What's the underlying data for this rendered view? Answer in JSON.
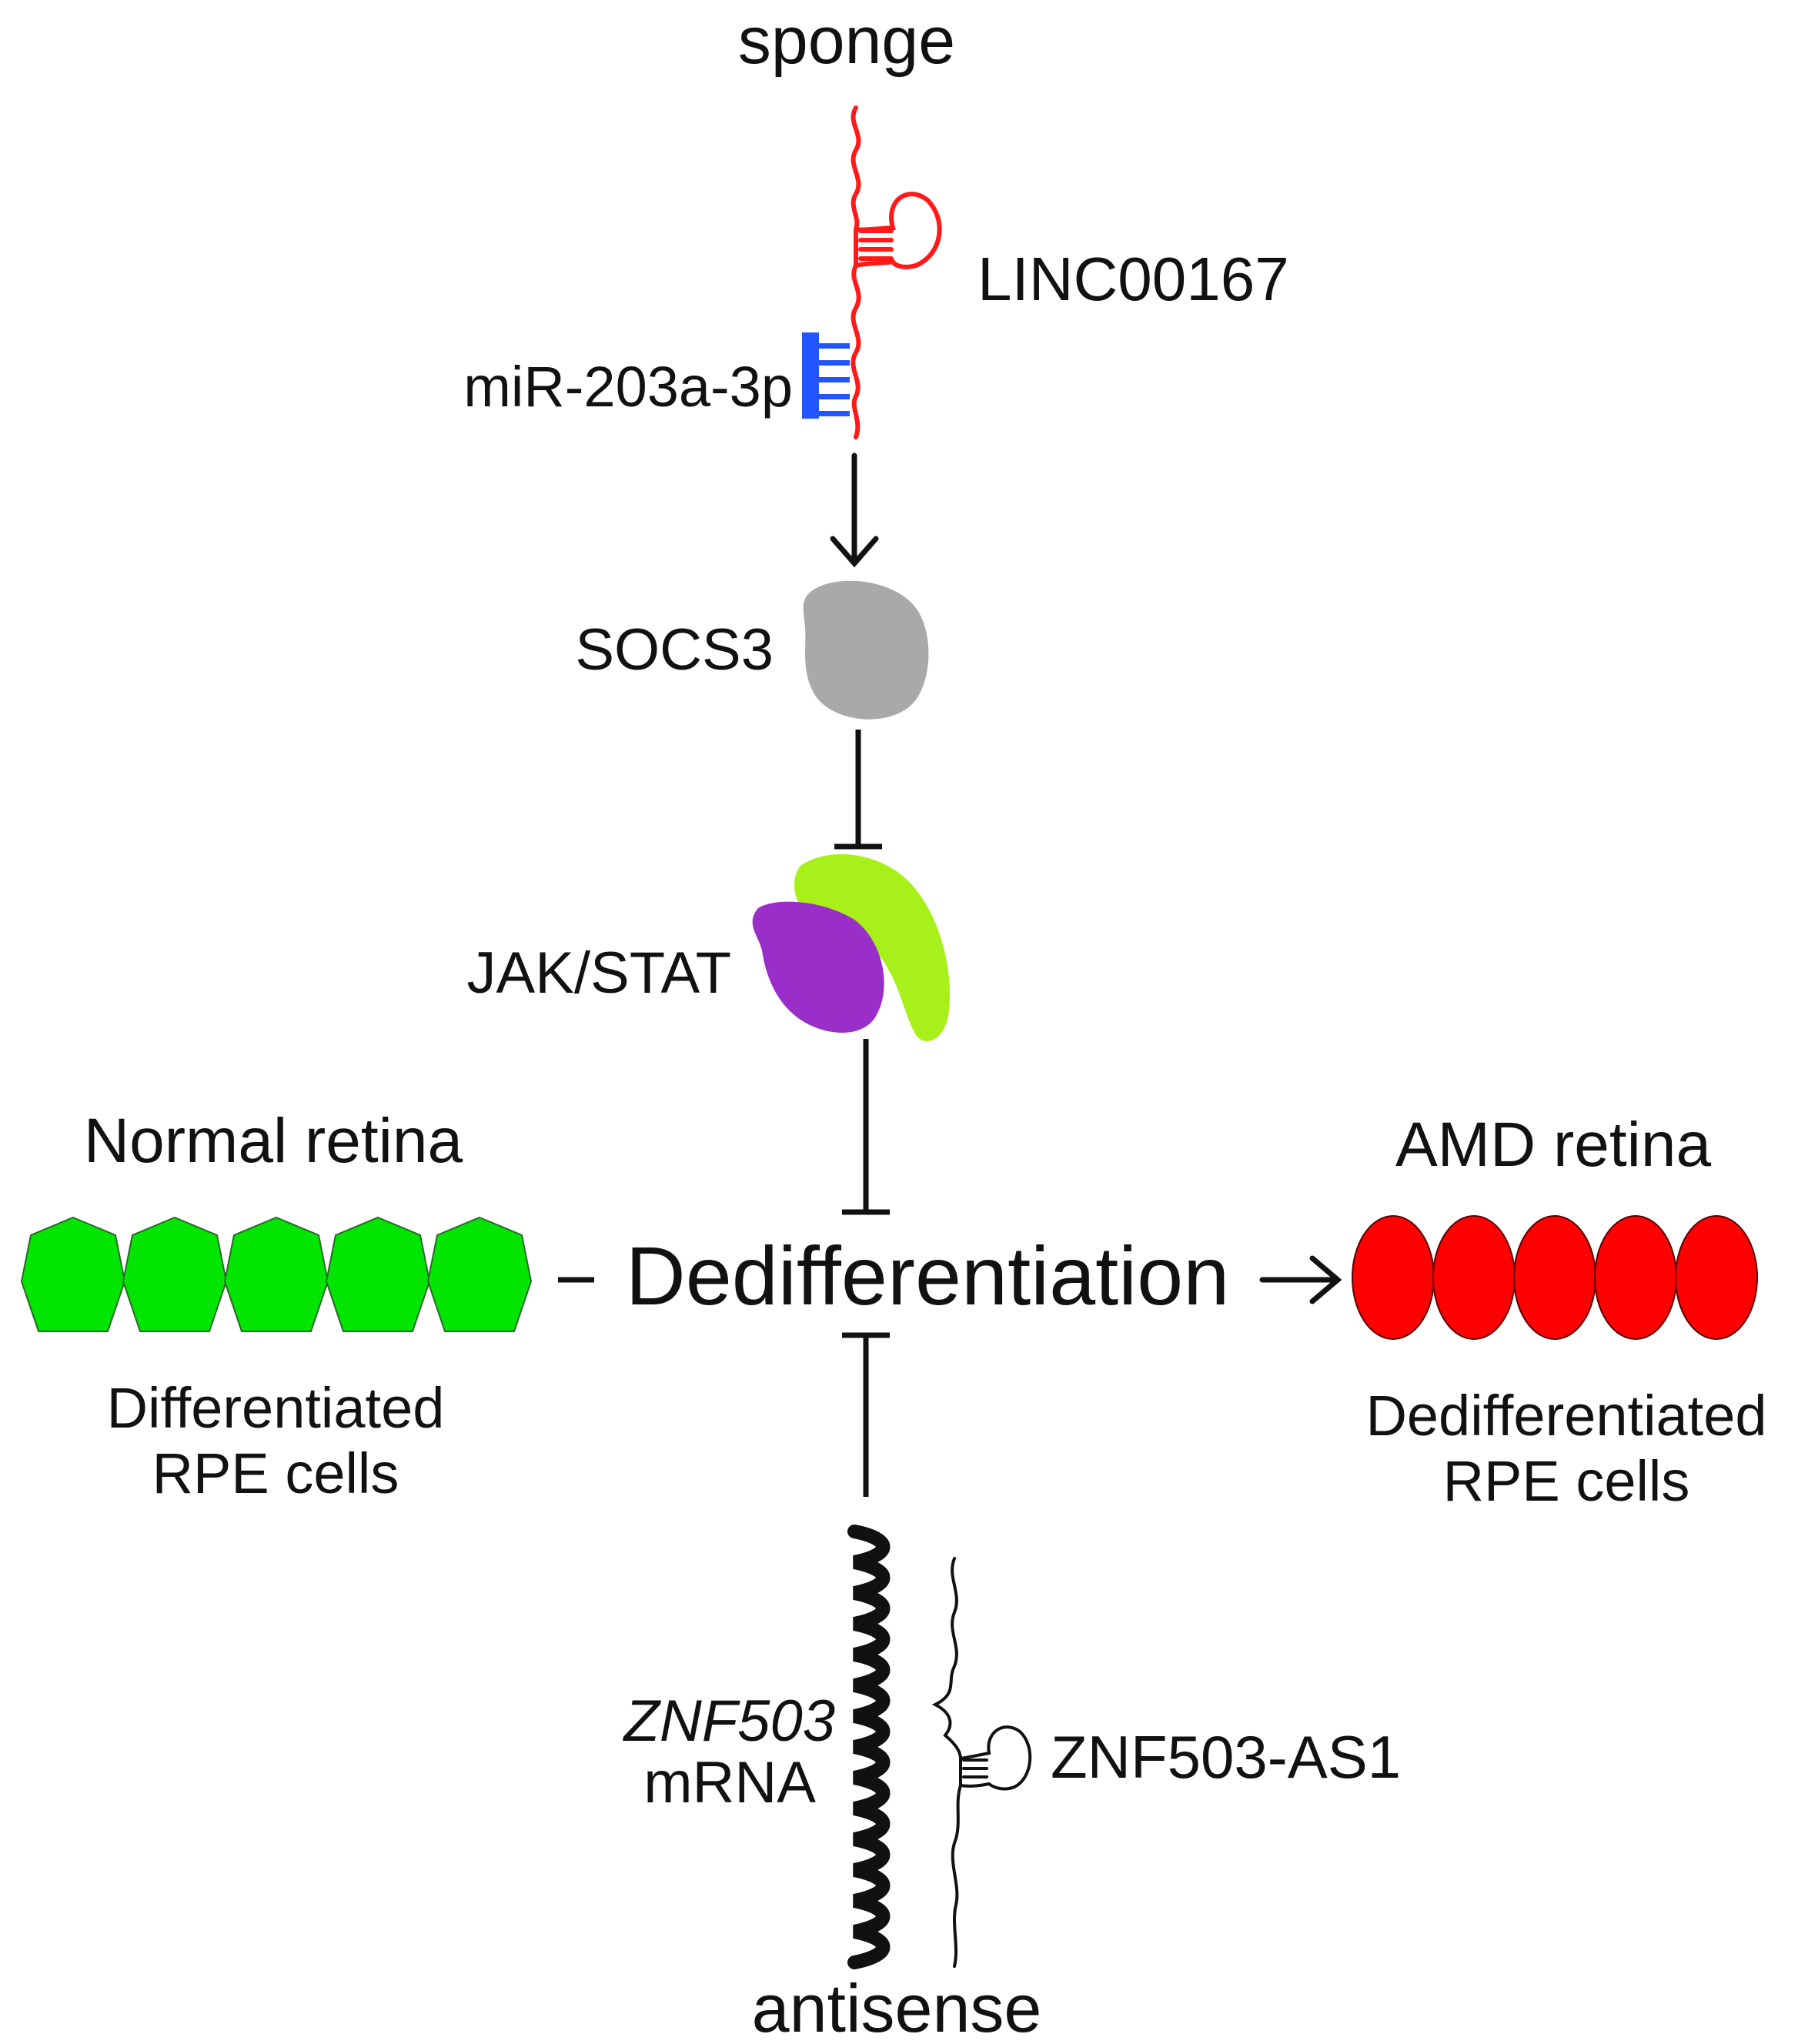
{
  "labels": {
    "sponge": "sponge",
    "linc": "LINC00167",
    "mir": "miR-203a-3p",
    "socs3": "SOCS3",
    "jakstat": "JAK/STAT",
    "normal_title": "Normal retina",
    "amd_title": "AMD retina",
    "center": "Dedifferentiation",
    "diff_line1": "Differentiated",
    "diff_line2": "RPE cells",
    "dediff_line1": "Dedifferentiated",
    "dediff_line2": "RPE cells",
    "znf_line1": "ZNF503",
    "znf_line2": "mRNA",
    "znf_as1": "ZNF503-AS1",
    "antisense": "antisense"
  },
  "colors": {
    "lncrna": "#ff1a1a",
    "mirna": "#2255ff",
    "socs3": "#a9a9a9",
    "jak": "#9a2ec8",
    "stat": "#a8f01a",
    "normal_cell": "#00e600",
    "amd_cell": "#ff0000",
    "ink": "#111111"
  },
  "icons": [
    "lncrna-hairpin-icon",
    "mirna-comb-icon",
    "protein-blob-icon",
    "hexagon-cell-icon",
    "oval-cell-icon",
    "mrna-coil-icon"
  ]
}
